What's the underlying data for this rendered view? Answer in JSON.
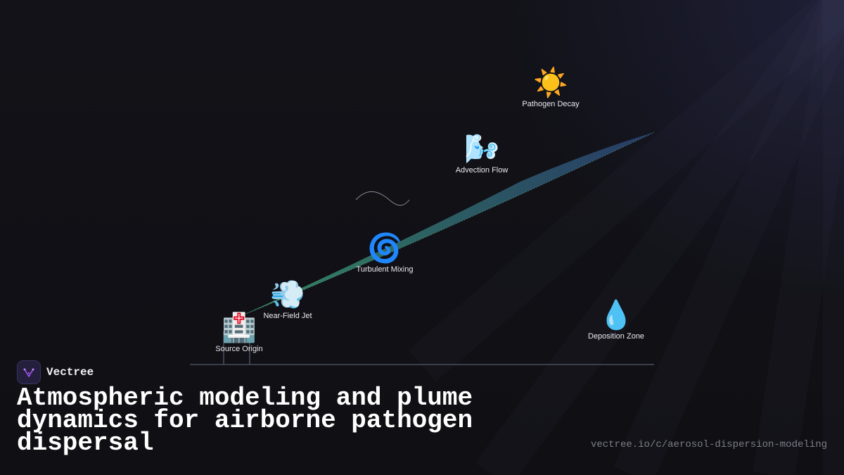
{
  "brand": {
    "name": "Vectree",
    "logo_icon": "vectree-logo-icon",
    "accent": "#a855f7"
  },
  "title": "Atmospheric modeling and plume dynamics for airborne pathogen dispersal",
  "url": "vectree.io/c/aerosol-dispersion-modeling",
  "colors": {
    "plume_start": "#3a9a6a",
    "plume_end": "#2a3f6e",
    "baseline": "#4a4d5e"
  },
  "nodes": [
    {
      "id": "source",
      "emoji": "🏥",
      "icon": "hospital-icon",
      "label": "Source Origin"
    },
    {
      "id": "jet",
      "emoji": "💨",
      "icon": "wind-puff-icon",
      "label": "Near-Field Jet"
    },
    {
      "id": "mixing",
      "emoji": "🌀",
      "icon": "cyclone-icon",
      "label": "Turbulent Mixing"
    },
    {
      "id": "advection",
      "emoji": "🌬️",
      "icon": "wind-face-icon",
      "label": "Advection Flow"
    },
    {
      "id": "decay",
      "emoji": "☀️",
      "icon": "sun-icon",
      "label": "Pathogen Decay"
    },
    {
      "id": "deposition",
      "emoji": "💧",
      "icon": "droplet-icon",
      "label": "Deposition Zone"
    }
  ]
}
